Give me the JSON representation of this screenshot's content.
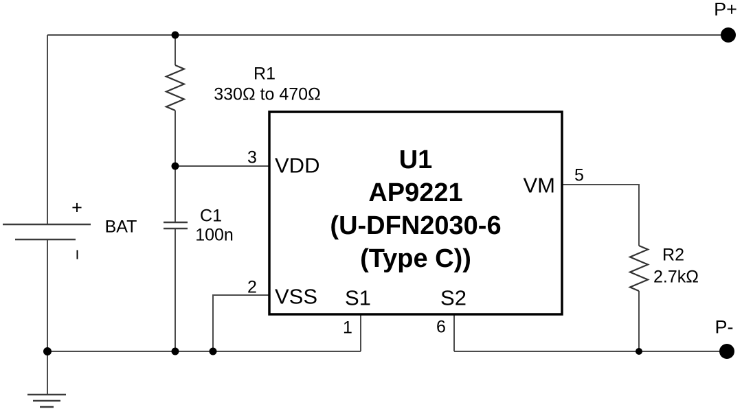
{
  "schematic": {
    "terminals": {
      "positive": "P+",
      "negative": "P-"
    },
    "battery": {
      "label": "BAT",
      "plus_mark": "+",
      "minus_mark": "−"
    },
    "components": {
      "r1": {
        "ref": "R1",
        "value": "330Ω to 470Ω"
      },
      "r2": {
        "ref": "R2",
        "value": "2.7kΩ"
      },
      "c1": {
        "ref": "C1",
        "value": "100n"
      }
    },
    "ic": {
      "ref": "U1",
      "part": "AP9221",
      "package_line1": "(U-DFN2030-6",
      "package_line2": "(Type C))",
      "pins": [
        {
          "name": "VDD",
          "number": "3"
        },
        {
          "name": "VSS",
          "number": "2"
        },
        {
          "name": "S1",
          "number": "1"
        },
        {
          "name": "S2",
          "number": "6"
        },
        {
          "name": "VM",
          "number": "5"
        }
      ]
    },
    "colors": {
      "wire": "#4a4a4a",
      "symbol": "#333333",
      "ic_border": "#000000",
      "text": "#000000",
      "background": "#ffffff"
    }
  }
}
